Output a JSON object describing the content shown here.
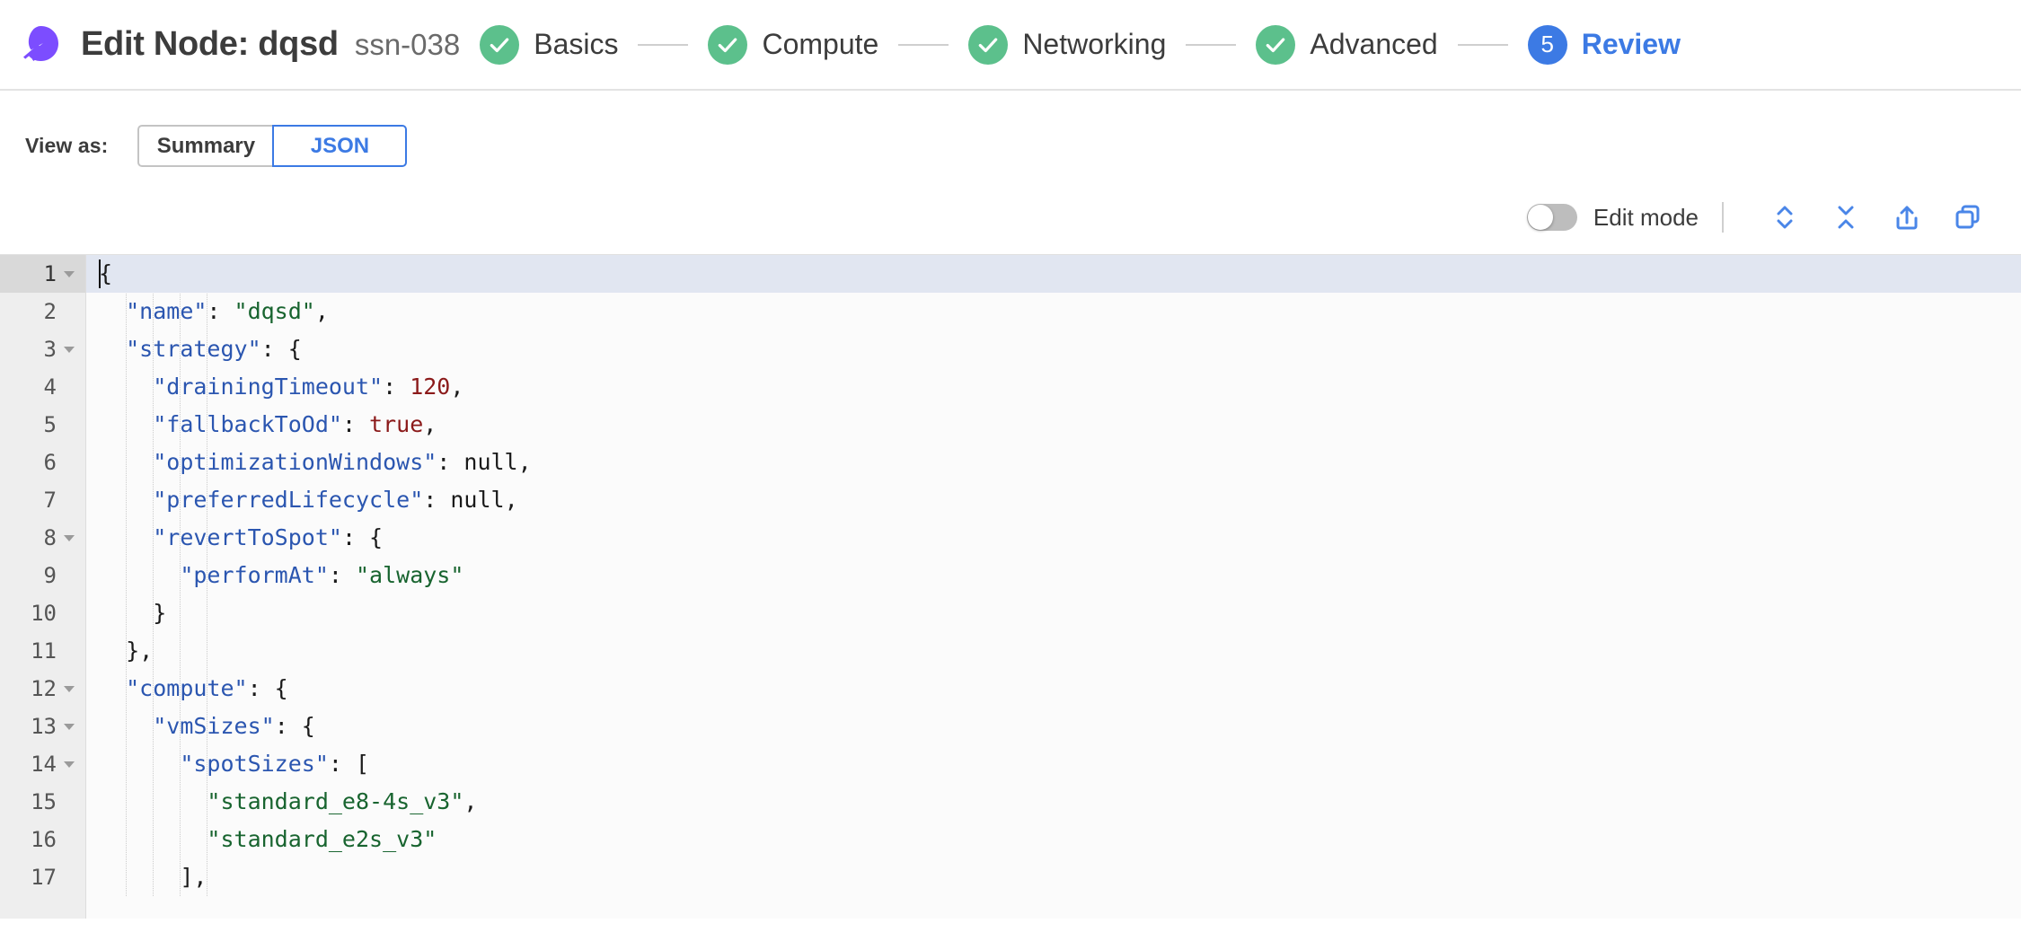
{
  "header": {
    "logo_icon": "spot-logo-icon",
    "title": "Edit Node: dqsd",
    "subtitle": "ssn-038",
    "steps": [
      {
        "index": "1",
        "label": "Basics",
        "state": "done",
        "icon": "check-icon"
      },
      {
        "index": "2",
        "label": "Compute",
        "state": "done",
        "icon": "check-icon"
      },
      {
        "index": "3",
        "label": "Networking",
        "state": "done",
        "icon": "check-icon"
      },
      {
        "index": "4",
        "label": "Advanced",
        "state": "done",
        "icon": "check-icon"
      },
      {
        "index": "5",
        "label": "Review",
        "state": "active",
        "icon": ""
      }
    ]
  },
  "view_as": {
    "label": "View as:",
    "options": [
      {
        "label": "Summary",
        "selected": false
      },
      {
        "label": "JSON",
        "selected": true
      }
    ]
  },
  "toolbar": {
    "edit_mode_label": "Edit mode",
    "edit_mode_on": false,
    "actions": [
      {
        "name": "expand-all-icon",
        "title": "Expand all"
      },
      {
        "name": "collapse-all-icon",
        "title": "Collapse all"
      },
      {
        "name": "export-icon",
        "title": "Export"
      },
      {
        "name": "copy-icon",
        "title": "Copy"
      }
    ]
  },
  "colors": {
    "brand_purple": "#7c4dff",
    "step_done_green": "#5cc08c",
    "step_active_blue": "#3c7ae4",
    "accent_blue": "#3c7ae4",
    "json_key": "#2b56b0",
    "json_string": "#18642f",
    "json_number": "#8b1a1a",
    "json_boolean": "#8b1a1a",
    "json_null": "#1a1a1a",
    "gutter_bg": "#eeeeee",
    "active_line_bg": "#e1e6f1"
  },
  "editor": {
    "cursor_line": 1,
    "lines": [
      {
        "n": 1,
        "fold": true,
        "indent": 0,
        "text": "{",
        "tokens": [
          {
            "t": "punct",
            "v": "{"
          }
        ]
      },
      {
        "n": 2,
        "fold": false,
        "indent": 1,
        "text": "  \"name\": \"dqsd\",",
        "tokens": [
          {
            "t": "key",
            "v": "\"name\""
          },
          {
            "t": "punct",
            "v": ": "
          },
          {
            "t": "str",
            "v": "\"dqsd\""
          },
          {
            "t": "punct",
            "v": ","
          }
        ]
      },
      {
        "n": 3,
        "fold": true,
        "indent": 1,
        "text": "  \"strategy\": {",
        "tokens": [
          {
            "t": "key",
            "v": "\"strategy\""
          },
          {
            "t": "punct",
            "v": ": {"
          }
        ]
      },
      {
        "n": 4,
        "fold": false,
        "indent": 2,
        "text": "    \"drainingTimeout\": 120,",
        "tokens": [
          {
            "t": "key",
            "v": "\"drainingTimeout\""
          },
          {
            "t": "punct",
            "v": ": "
          },
          {
            "t": "num",
            "v": "120"
          },
          {
            "t": "punct",
            "v": ","
          }
        ]
      },
      {
        "n": 5,
        "fold": false,
        "indent": 2,
        "text": "    \"fallbackToOd\": true,",
        "tokens": [
          {
            "t": "key",
            "v": "\"fallbackToOd\""
          },
          {
            "t": "punct",
            "v": ": "
          },
          {
            "t": "bool",
            "v": "true"
          },
          {
            "t": "punct",
            "v": ","
          }
        ]
      },
      {
        "n": 6,
        "fold": false,
        "indent": 2,
        "text": "    \"optimizationWindows\": null,",
        "tokens": [
          {
            "t": "key",
            "v": "\"optimizationWindows\""
          },
          {
            "t": "punct",
            "v": ": "
          },
          {
            "t": "null",
            "v": "null"
          },
          {
            "t": "punct",
            "v": ","
          }
        ]
      },
      {
        "n": 7,
        "fold": false,
        "indent": 2,
        "text": "    \"preferredLifecycle\": null,",
        "tokens": [
          {
            "t": "key",
            "v": "\"preferredLifecycle\""
          },
          {
            "t": "punct",
            "v": ": "
          },
          {
            "t": "null",
            "v": "null"
          },
          {
            "t": "punct",
            "v": ","
          }
        ]
      },
      {
        "n": 8,
        "fold": true,
        "indent": 2,
        "text": "    \"revertToSpot\": {",
        "tokens": [
          {
            "t": "key",
            "v": "\"revertToSpot\""
          },
          {
            "t": "punct",
            "v": ": {"
          }
        ]
      },
      {
        "n": 9,
        "fold": false,
        "indent": 3,
        "text": "      \"performAt\": \"always\"",
        "tokens": [
          {
            "t": "key",
            "v": "\"performAt\""
          },
          {
            "t": "punct",
            "v": ": "
          },
          {
            "t": "str",
            "v": "\"always\""
          }
        ]
      },
      {
        "n": 10,
        "fold": false,
        "indent": 2,
        "text": "    }",
        "tokens": [
          {
            "t": "punct",
            "v": "}"
          }
        ]
      },
      {
        "n": 11,
        "fold": false,
        "indent": 1,
        "text": "  },",
        "tokens": [
          {
            "t": "punct",
            "v": "},"
          }
        ]
      },
      {
        "n": 12,
        "fold": true,
        "indent": 1,
        "text": "  \"compute\": {",
        "tokens": [
          {
            "t": "key",
            "v": "\"compute\""
          },
          {
            "t": "punct",
            "v": ": {"
          }
        ]
      },
      {
        "n": 13,
        "fold": true,
        "indent": 2,
        "text": "    \"vmSizes\": {",
        "tokens": [
          {
            "t": "key",
            "v": "\"vmSizes\""
          },
          {
            "t": "punct",
            "v": ": {"
          }
        ]
      },
      {
        "n": 14,
        "fold": true,
        "indent": 3,
        "text": "      \"spotSizes\": [",
        "tokens": [
          {
            "t": "key",
            "v": "\"spotSizes\""
          },
          {
            "t": "punct",
            "v": ": ["
          }
        ]
      },
      {
        "n": 15,
        "fold": false,
        "indent": 4,
        "text": "        \"standard_e8-4s_v3\",",
        "tokens": [
          {
            "t": "str",
            "v": "\"standard_e8-4s_v3\""
          },
          {
            "t": "punct",
            "v": ","
          }
        ]
      },
      {
        "n": 16,
        "fold": false,
        "indent": 4,
        "text": "        \"standard_e2s_v3\"",
        "tokens": [
          {
            "t": "str",
            "v": "\"standard_e2s_v3\""
          }
        ]
      },
      {
        "n": 17,
        "fold": false,
        "indent": 3,
        "text": "      ],",
        "tokens": [
          {
            "t": "punct",
            "v": "],"
          }
        ]
      }
    ]
  }
}
